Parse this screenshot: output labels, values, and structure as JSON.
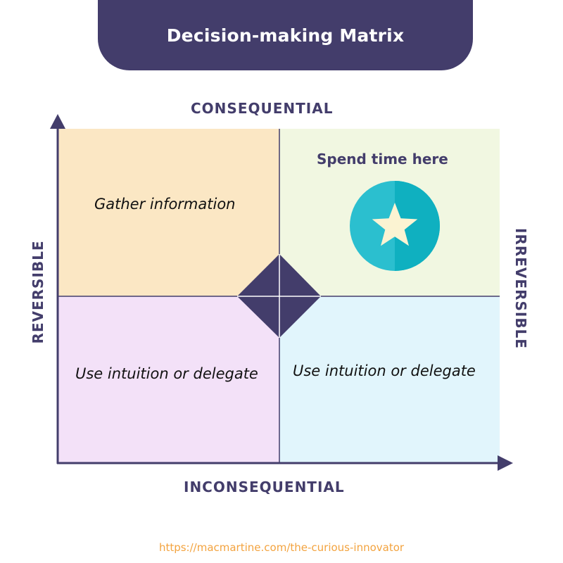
{
  "title": "Decision-making Matrix",
  "axes": {
    "top": "CONSEQUENTIAL",
    "bottom": "INCONSEQUENTIAL",
    "left": "REVERSIBLE",
    "right": "IRREVERSIBLE"
  },
  "quadrants": {
    "top_left": "Gather information",
    "top_right": "Spend time here",
    "bottom_left": "Use intuition or delegate",
    "bottom_right": "Use intuition or delegate"
  },
  "footer": "https://macmartine.com/the-curious-innovator",
  "icons": {
    "highlight": "star-icon",
    "center": "diamond-icon"
  },
  "colors": {
    "primary": "#433d6b",
    "quadrant_top_left": "#fbe7c4",
    "quadrant_top_right": "#f1f7e1",
    "quadrant_bottom_left": "#f3e1f8",
    "quadrant_bottom_right": "#e1f5fc",
    "star_badge": "#2bbfcf",
    "star": "#fbf3d2",
    "footer": "#f3a33f"
  }
}
